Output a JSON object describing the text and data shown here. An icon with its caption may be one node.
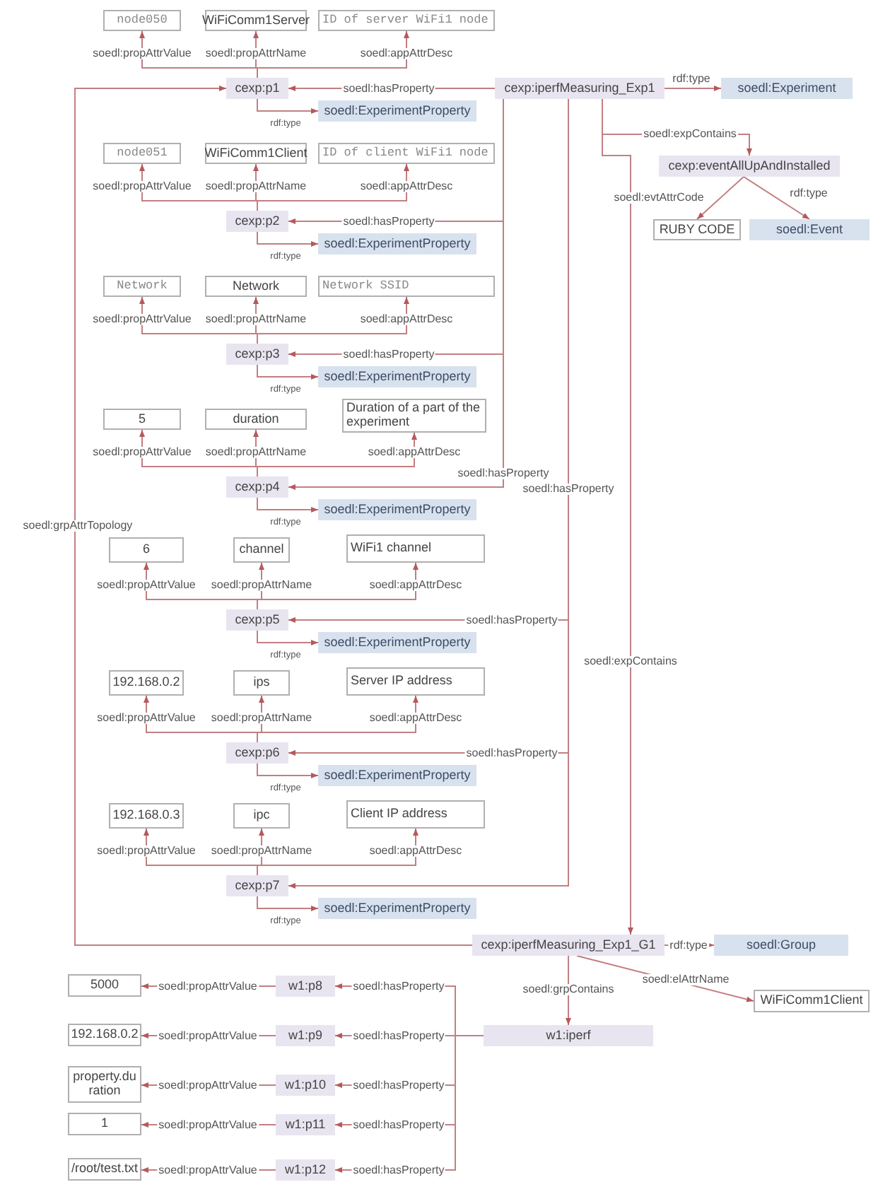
{
  "diagram": {
    "nodes": [
      {
        "text": [
          "node050"
        ]
      },
      {
        "text": [
          "WiFiComm1Server"
        ]
      },
      {
        "text": [
          "ID of server WiFi1 node"
        ]
      },
      {
        "text": [
          "cexp:p1"
        ]
      },
      {
        "text": [
          "cexp:iperfMeasuring_Exp1"
        ]
      },
      {
        "text": [
          "soedl:Experiment"
        ]
      },
      {
        "text": [
          "soedl:ExperimentProperty"
        ]
      },
      {
        "text": [
          "node051"
        ]
      },
      {
        "text": [
          "WiFiComm1Client"
        ]
      },
      {
        "text": [
          "ID of client WiFi1 node"
        ]
      },
      {
        "text": [
          "cexp:eventAllUpAndInstalled"
        ]
      },
      {
        "text": [
          "cexp:p2"
        ]
      },
      {
        "text": [
          "RUBY CODE"
        ]
      },
      {
        "text": [
          "soedl:Event"
        ]
      },
      {
        "text": [
          "soedl:ExperimentProperty"
        ]
      },
      {
        "text": [
          "Network"
        ]
      },
      {
        "text": [
          "Network"
        ]
      },
      {
        "text": [
          "Network SSID"
        ]
      },
      {
        "text": [
          "cexp:p3"
        ]
      },
      {
        "text": [
          "soedl:ExperimentProperty"
        ]
      },
      {
        "text": [
          "5"
        ]
      },
      {
        "text": [
          "duration"
        ]
      },
      {
        "text": [
          "Duration of a part of the experiment"
        ]
      },
      {
        "text": [
          "cexp:p4"
        ]
      },
      {
        "text": [
          "soedl:ExperimentProperty"
        ]
      },
      {
        "text": [
          "6"
        ]
      },
      {
        "text": [
          "channel"
        ]
      },
      {
        "text": [
          "WiFi1 channel"
        ]
      },
      {
        "text": [
          "cexp:p5"
        ]
      },
      {
        "text": [
          "soedl:ExperimentProperty"
        ]
      },
      {
        "text": [
          "192.168.0.2"
        ]
      },
      {
        "text": [
          "ips"
        ]
      },
      {
        "text": [
          "Server IP address"
        ]
      },
      {
        "text": [
          "cexp:p6"
        ]
      },
      {
        "text": [
          "soedl:ExperimentProperty"
        ]
      },
      {
        "text": [
          "192.168.0.3"
        ]
      },
      {
        "text": [
          "ipc"
        ]
      },
      {
        "text": [
          "Client IP address"
        ]
      },
      {
        "text": [
          "cexp:p7"
        ]
      },
      {
        "text": [
          "soedl:ExperimentProperty"
        ]
      },
      {
        "text": [
          "cexp:iperfMeasuring_Exp1_G1"
        ]
      },
      {
        "text": [
          "soedl:Group"
        ]
      },
      {
        "text": [
          "5000"
        ]
      },
      {
        "text": [
          "w1:p8"
        ]
      },
      {
        "text": [
          "WiFiComm1Client"
        ]
      },
      {
        "text": [
          "192.168.0.2"
        ]
      },
      {
        "text": [
          "w1:p9"
        ]
      },
      {
        "text": [
          "w1:iperf"
        ]
      },
      {
        "text": [
          "property.duration"
        ]
      },
      {
        "text": [
          "w1:p10"
        ]
      },
      {
        "text": [
          "1"
        ]
      },
      {
        "text": [
          "w1:p11"
        ]
      },
      {
        "text": [
          "/root/test.txt"
        ]
      },
      {
        "text": [
          "w1:p12"
        ]
      }
    ],
    "edges": [
      {
        "from": 3,
        "to": 0,
        "arrow": "to",
        "label": "soedl:propAttrValue"
      },
      {
        "from": 3,
        "to": 1,
        "arrow": "to",
        "label": "soedl:propAttrName"
      },
      {
        "from": 3,
        "to": 2,
        "arrow": "to",
        "label": "soedl:appAttrDesc"
      },
      {
        "from": 4,
        "to": 3,
        "arrow": "to",
        "label": "soedl:hasProperty"
      },
      {
        "from": 3,
        "to": 6,
        "arrow": "to",
        "label": "rdf:type"
      },
      {
        "from": 4,
        "to": 5,
        "arrow": "to",
        "label": "rdf:type"
      },
      {
        "from": 11,
        "to": 7,
        "arrow": "to",
        "label": "soedl:propAttrValue"
      },
      {
        "from": 11,
        "to": 8,
        "arrow": "to",
        "label": "soedl:propAttrName"
      },
      {
        "from": 11,
        "to": 9,
        "arrow": "to",
        "label": "soedl:appAttrDesc"
      },
      {
        "from": 4,
        "to": 11,
        "arrow": "to",
        "label": "soedl:hasProperty"
      },
      {
        "from": 11,
        "to": 14,
        "arrow": "to",
        "label": "rdf:type"
      },
      {
        "from": 4,
        "to": 10,
        "arrow": "to",
        "label": "soedl:expContains"
      },
      {
        "from": 10,
        "to": 12,
        "arrow": "to",
        "label": "soedl:evtAttrCode"
      },
      {
        "from": 10,
        "to": 13,
        "arrow": "to",
        "label": "rdf:type"
      },
      {
        "from": 18,
        "to": 15,
        "arrow": "to",
        "label": "soedl:propAttrValue"
      },
      {
        "from": 18,
        "to": 16,
        "arrow": "to",
        "label": "soedl:propAttrName"
      },
      {
        "from": 18,
        "to": 17,
        "arrow": "to",
        "label": "soedl:appAttrDesc"
      },
      {
        "from": 4,
        "to": 18,
        "arrow": "to",
        "label": "soedl:hasProperty"
      },
      {
        "from": 18,
        "to": 19,
        "arrow": "to",
        "label": "rdf:type"
      },
      {
        "from": 23,
        "to": 20,
        "arrow": "to",
        "label": "soedl:propAttrValue"
      },
      {
        "from": 23,
        "to": 21,
        "arrow": "to",
        "label": "soedl:propAttrName"
      },
      {
        "from": 23,
        "to": 22,
        "arrow": "to",
        "label": "soedl:appAttrDesc"
      },
      {
        "from": 4,
        "to": 23,
        "arrow": "to",
        "label": "soedl:hasProperty"
      },
      {
        "from": 23,
        "to": 24,
        "arrow": "to",
        "label": "rdf:type"
      },
      {
        "from": 28,
        "to": 25,
        "arrow": "to",
        "label": "soedl:propAttrValue"
      },
      {
        "from": 28,
        "to": 26,
        "arrow": "to",
        "label": "soedl:propAttrName"
      },
      {
        "from": 28,
        "to": 27,
        "arrow": "to",
        "label": "soedl:appAttrDesc"
      },
      {
        "from": 4,
        "to": 28,
        "arrow": "to",
        "label": "soedl:hasProperty"
      },
      {
        "from": 28,
        "to": 29,
        "arrow": "to",
        "label": "rdf:type"
      },
      {
        "from": 33,
        "to": 30,
        "arrow": "to",
        "label": "soedl:propAttrValue"
      },
      {
        "from": 33,
        "to": 31,
        "arrow": "to",
        "label": "soedl:propAttrName"
      },
      {
        "from": 33,
        "to": 32,
        "arrow": "to",
        "label": "soedl:appAttrDesc"
      },
      {
        "from": 4,
        "to": 33,
        "arrow": "to",
        "label": "soedl:hasProperty"
      },
      {
        "from": 33,
        "to": 34,
        "arrow": "to",
        "label": "rdf:type"
      },
      {
        "from": 38,
        "to": 35,
        "arrow": "to",
        "label": "soedl:propAttrValue"
      },
      {
        "from": 38,
        "to": 36,
        "arrow": "to",
        "label": "soedl:propAttrName"
      },
      {
        "from": 38,
        "to": 37,
        "arrow": "to",
        "label": "soedl:appAttrDesc"
      },
      {
        "from": 4,
        "to": 38,
        "arrow": "to",
        "label": "soedl:hasProperty"
      },
      {
        "from": 38,
        "to": 39,
        "arrow": "to",
        "label": "rdf:type"
      },
      {
        "from": 4,
        "to": 40,
        "arrow": "to",
        "label": "soedl:expContains"
      },
      {
        "from": 40,
        "to": 3,
        "arrow": "to",
        "label": "soedl:grpAttrTopology"
      },
      {
        "from": 40,
        "to": 41,
        "arrow": "to",
        "label": "rdf:type"
      },
      {
        "from": 40,
        "to": 44,
        "arrow": "to",
        "label": "soedl:elAttrName"
      },
      {
        "from": 40,
        "to": 47,
        "arrow": "to",
        "label": "soedl:grpContains"
      },
      {
        "from": 47,
        "to": 43,
        "arrow": "to",
        "label": "soedl:hasProperty"
      },
      {
        "from": 43,
        "to": 42,
        "arrow": "to",
        "label": "soedl:propAttrValue"
      },
      {
        "from": 47,
        "to": 46,
        "arrow": "to",
        "label": "soedl:hasProperty"
      },
      {
        "from": 46,
        "to": 45,
        "arrow": "to",
        "label": "soedl:propAttrValue"
      },
      {
        "from": 47,
        "to": 49,
        "arrow": "to",
        "label": "soedl:hasProperty"
      },
      {
        "from": 49,
        "to": 48,
        "arrow": "to",
        "label": "soedl:propAttrValue"
      },
      {
        "from": 47,
        "to": 51,
        "arrow": "to",
        "label": "soedl:hasProperty"
      },
      {
        "from": 51,
        "to": 50,
        "arrow": "to",
        "label": "soedl:propAttrValue"
      },
      {
        "from": 47,
        "to": 53,
        "arrow": "to",
        "label": "soedl:hasProperty"
      },
      {
        "from": 53,
        "to": 52,
        "arrow": "to",
        "label": "soedl:propAttrValue"
      }
    ]
  }
}
